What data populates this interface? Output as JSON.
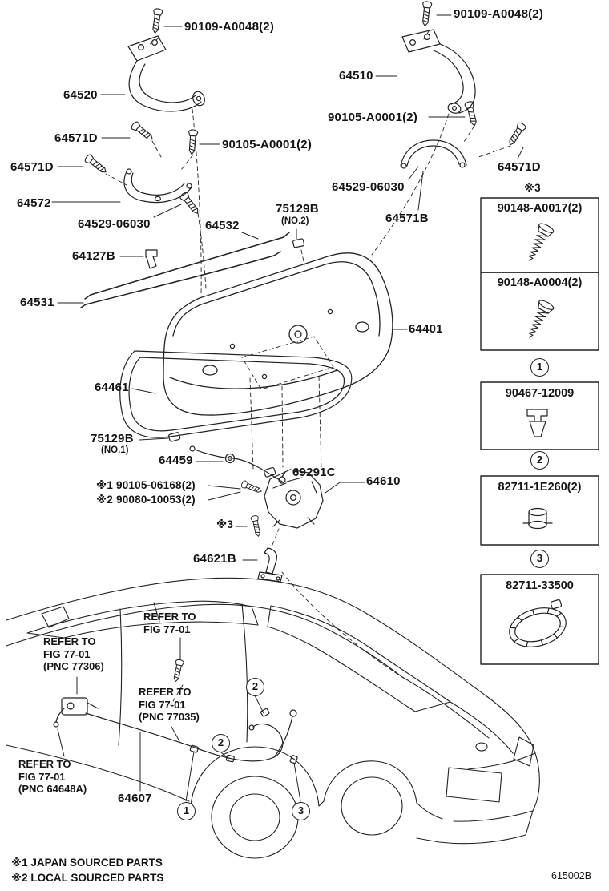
{
  "ink_color": "#222222",
  "labels": {
    "bolt_top_left": "90109-A0048(2)",
    "bolt_top_right": "90109-A0048(2)",
    "hinge_left": "64520",
    "hinge_right": "64510",
    "pad_left_upper": "64571D",
    "pad_left_lower": "64571D",
    "pad_right": "64571D",
    "bolt_hinge_left": "90105-A0001(2)",
    "bolt_hinge_right": "90105-A0001(2)",
    "support_left": "64572",
    "support_bolt_left": "64529-06030",
    "support_bolt_right": "64529-06030",
    "support_right": "64571B",
    "clip_no2": "75129B",
    "clip_no2_sub": "(NO.2)",
    "torsion_bar_upper": "64532",
    "clip_64127b": "64127B",
    "torsion_bar_lower": "64531",
    "trunk_panel": "64401",
    "weatherstrip": "64461",
    "clip_no1": "75129B",
    "clip_no1_sub": "(NO.1)",
    "plug": "64459",
    "cable_clamp": "69291C",
    "lock": "64610",
    "lock_bolt_note1": "※1 90105-06168(2)",
    "lock_bolt_note2": "※2 90080-10053(2)",
    "striker_bolt_note": "※3",
    "striker": "64621B",
    "cable": "64607"
  },
  "refer_labels": {
    "r1": [
      "REFER TO",
      "FIG 77-01"
    ],
    "r2": [
      "REFER TO",
      "FIG 77-01",
      "(PNC 77306)"
    ],
    "r3": [
      "REFER TO",
      "FIG 77-01",
      "(PNC 77035)"
    ],
    "r4": [
      "REFER TO",
      "FIG 77-01",
      "(PNC 64648A)"
    ]
  },
  "ref_column": {
    "note3": "※3",
    "boxes": [
      {
        "part": "90148-A0017(2)",
        "icon": "screw-grommet-icon"
      },
      {
        "part": "90148-A0004(2)",
        "icon": "screw-grommet-icon"
      },
      {
        "callout": "1",
        "part": "90467-12009",
        "icon": "clip-icon"
      },
      {
        "callout": "2",
        "part": "82711-1E260(2)",
        "icon": "clamp-icon"
      },
      {
        "callout": "3",
        "part": "82711-33500",
        "icon": "hose-clamp-ring-icon"
      }
    ]
  },
  "car_callouts": [
    "2",
    "2",
    "1",
    "3"
  ],
  "footer": {
    "note1": "※1 JAPAN SOURCED PARTS",
    "note2": "※2 LOCAL SOURCED PARTS",
    "code": "615002B"
  }
}
